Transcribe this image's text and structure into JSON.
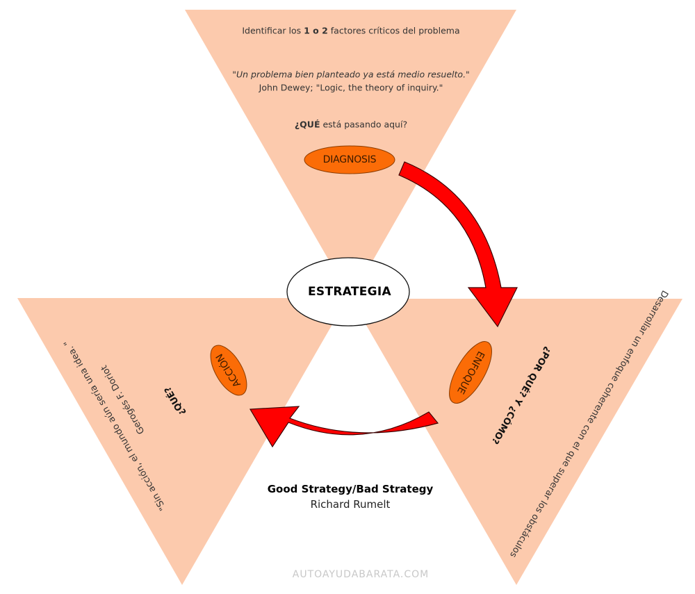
{
  "colors": {
    "triangle_fill": "#fccaad",
    "ellipse_fill": "#fb6c07",
    "ellipse_stroke": "#8a3b00",
    "arrow_fill": "#ff0000",
    "arrow_stroke": "#3a0000",
    "center_fill": "#ffffff",
    "footer_text": "#c8c8c8"
  },
  "top": {
    "line1_pre": "Identificar los ",
    "line1_bold": "1 o 2",
    "line1_post": " factores críticos del problema",
    "quote_open": "\"",
    "quote_italic": "Un problema bien planteado ya está medio resuelto.",
    "quote_close": "\"",
    "quote_source": "John Dewey; \"Logic, the theory of inquiry.\"",
    "question_bold": "¿QUÉ",
    "question_rest": " está pasando aquí?",
    "stage_label": "DIAGNOSIS"
  },
  "center": {
    "label": "ESTRATEGIA"
  },
  "right": {
    "stage_label": "ENFOQUE",
    "question": "¿POR QUÉ? Y ¿CÓMO?",
    "description": "Desarrollar un enfoque coherente con el que superar los obstáculos"
  },
  "left": {
    "stage_label": "ACCIÓN",
    "question": "¿QUÉ?",
    "quote": "\"Sin acción, el mundo aún sería una idea. \"",
    "quote_source": "Gerogés F. Doriot"
  },
  "credits": {
    "book": "Good Strategy/Bad Strategy",
    "author": "Richard Rumelt",
    "site": "AUTOAYUDABARATA.COM"
  }
}
